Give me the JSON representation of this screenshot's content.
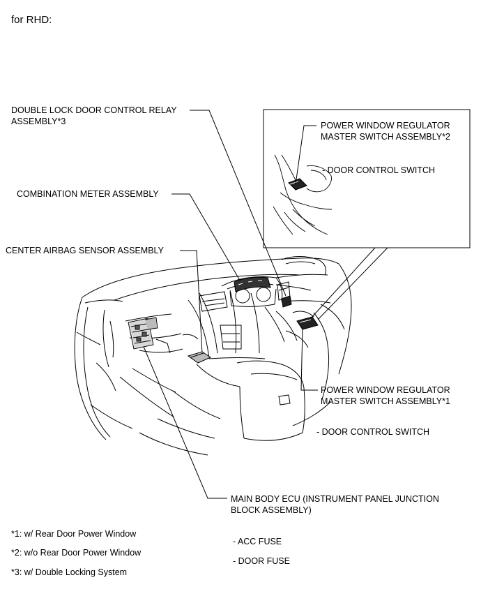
{
  "header": {
    "title": "for RHD:"
  },
  "labels": {
    "double_lock_line1": "DOUBLE LOCK DOOR CONTROL RELAY",
    "double_lock_line2": "ASSEMBLY*3",
    "combination_meter": "COMBINATION METER ASSEMBLY",
    "center_airbag": "CENTER AIRBAG SENSOR ASSEMBLY",
    "pw_master_2_line1": "POWER WINDOW REGULATOR",
    "pw_master_2_line2": "MASTER SWITCH ASSEMBLY*2",
    "door_control_switch_2": "- DOOR CONTROL SWITCH",
    "pw_master_1_line1": "POWER WINDOW REGULATOR",
    "pw_master_1_line2": "MASTER SWITCH ASSEMBLY*1",
    "door_control_switch_1": "- DOOR CONTROL SWITCH",
    "main_body_ecu_line1": "MAIN BODY ECU (INSTRUMENT PANEL JUNCTION",
    "main_body_ecu_line2": "BLOCK ASSEMBLY)",
    "acc_fuse": "- ACC FUSE",
    "door_fuse": "- DOOR FUSE"
  },
  "footnotes": [
    "*1: w/ Rear Door Power Window",
    "*2: w/o Rear Door Power Window",
    "*3: w/ Double Locking System"
  ]
}
